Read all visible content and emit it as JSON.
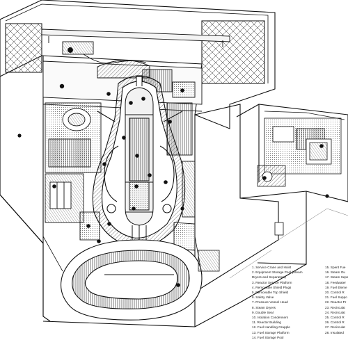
{
  "figure": {
    "legend_left": [
      "1.  Service Crane and Hoist",
      "2.  Equipment Storage Pool (Steam",
      "      Dryers and Separators)",
      "3.  Reactor Service Platform",
      "4.  Removable Shield Plugs",
      "5.  Removable Top Shield",
      "6.  Safety Valve",
      "7.  Pressure Vessel Head",
      "8.  Steam Dryers",
      "9.  Double Seal",
      "10. Isolation Condensers",
      "11. Reactor Building",
      "12. Fuel Handling Grapple",
      "13. Fuel Storage Platform",
      "14. Fuel Storage Pool"
    ],
    "legend_right": [
      "15. Spent Fue",
      "16. Steam Ou",
      "17. Steam Sepa",
      "18. Feedwater",
      "19. Fuel Eleme",
      "20. Control R",
      "21. Fuel Suppo",
      "22. Reactor Pr",
      "23. Recirculat",
      "24. Recirculat",
      "25. Control R",
      "26. Control R",
      "27. Recirculat",
      "28. Insulated"
    ]
  }
}
